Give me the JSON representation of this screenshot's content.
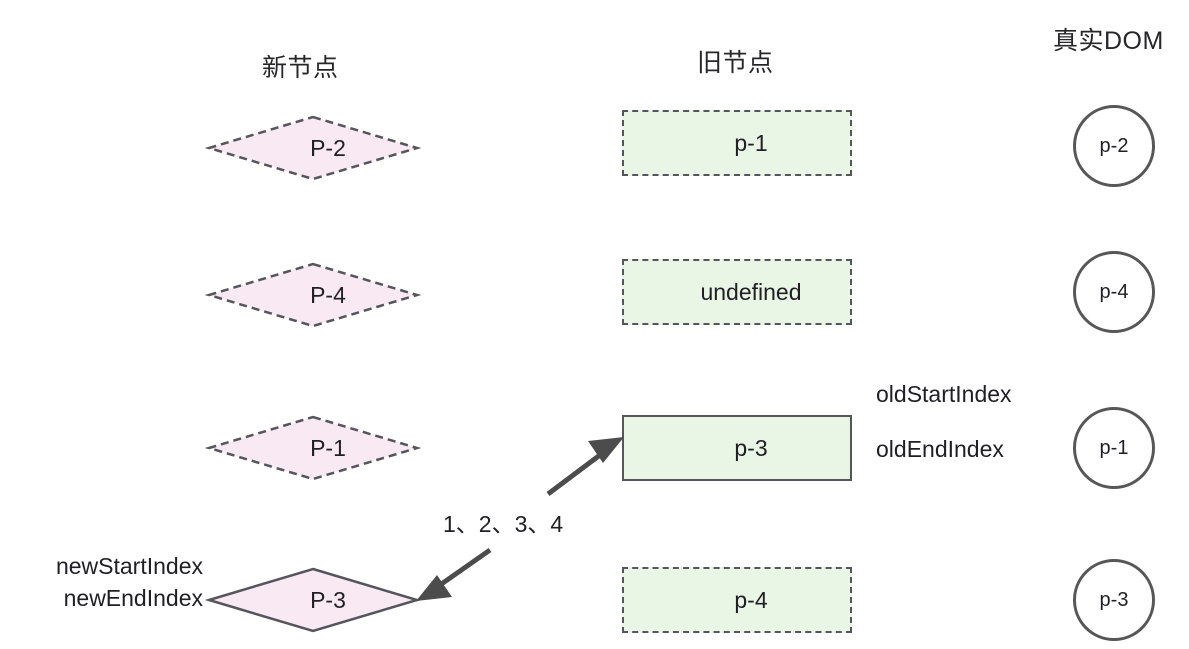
{
  "headers": {
    "new_nodes": "新节点",
    "old_nodes": "旧节点",
    "real_dom": "真实DOM"
  },
  "colors": {
    "diamond_fill": "#f8e9f2",
    "diamond_stroke": "#55555c",
    "rect_fill": "#e9f5e5",
    "rect_stroke": "#55555c",
    "circle_stroke": "#575757",
    "arrow": "#4c4c4c",
    "text": "#1f1f24",
    "background": "#ffffff"
  },
  "new_nodes": [
    {
      "label": "P-2",
      "border": "dashed"
    },
    {
      "label": "P-4",
      "border": "dashed"
    },
    {
      "label": "P-1",
      "border": "dashed"
    },
    {
      "label": "P-3",
      "border": "solid"
    }
  ],
  "old_nodes": [
    {
      "label": "p-1",
      "border": "dashed"
    },
    {
      "label": "undefined",
      "border": "dashed"
    },
    {
      "label": "p-3",
      "border": "solid"
    },
    {
      "label": "p-4",
      "border": "dashed"
    }
  ],
  "real_dom": [
    {
      "label": "p-2"
    },
    {
      "label": "p-4"
    },
    {
      "label": "p-1"
    },
    {
      "label": "p-3"
    }
  ],
  "annotations": {
    "old_start_index": "oldStartIndex",
    "old_end_index": "oldEndIndex",
    "new_start_index": "newStartIndex",
    "new_end_index": "newEndIndex",
    "move_label": "1、2、3、4"
  }
}
